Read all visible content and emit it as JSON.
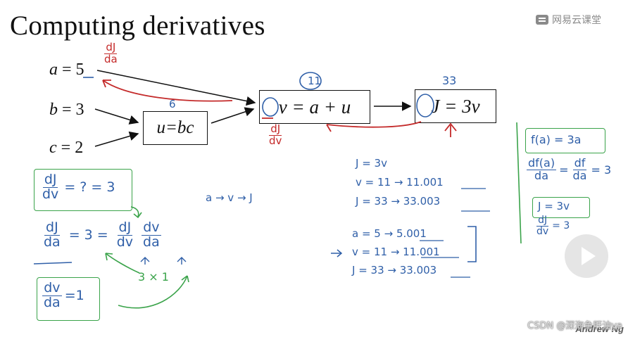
{
  "slide": {
    "title": "Computing derivatives",
    "author": "Andrew Ng"
  },
  "overlay": {
    "logo_text": "网易云课堂",
    "watermark": "CSDN @深海鱼肝油ya"
  },
  "graph": {
    "input_a": {
      "var": "a",
      "op": "=",
      "val": "5"
    },
    "input_b": {
      "var": "b",
      "op": "=",
      "val": "3"
    },
    "input_c": {
      "var": "c",
      "op": "=",
      "val": "2"
    },
    "node_u": "u=bc",
    "node_v": "v = a + u",
    "node_j": "J = 3v",
    "val_u": "6",
    "val_v": "11",
    "val_j": "33"
  },
  "annotations": {
    "dJ": "dJ",
    "dv": "dv",
    "da": "da",
    "dJ_dv_rhs": "= ? = 3",
    "dJ_da_rhs": "= 3 =",
    "three_times_one": "3 × 1",
    "dv_da_rhs": "=1",
    "chain": "a → v → J",
    "block1": [
      "J = 3v",
      "v = 11 → 11.001",
      "J = 33 → 33.003"
    ],
    "block2": [
      "a = 5 → 5.001",
      "v = 11 → 11.001",
      "J = 33 → 33.003"
    ],
    "right_f": "f(a) = 3a",
    "right_df_num": "df(a)",
    "right_df_den": "da",
    "right_df_rhs_num": "df",
    "right_df_rhs_den": "da",
    "right_df_value": "= 3",
    "right_j": "J = 3v",
    "right_dj_num": "dJ",
    "right_dj_den": "dv",
    "right_dj_rhs": "= 3"
  },
  "colors": {
    "blue_ink": "#2f5fa8",
    "red_ink": "#c42a2a",
    "green_ink": "#3aa34a"
  }
}
